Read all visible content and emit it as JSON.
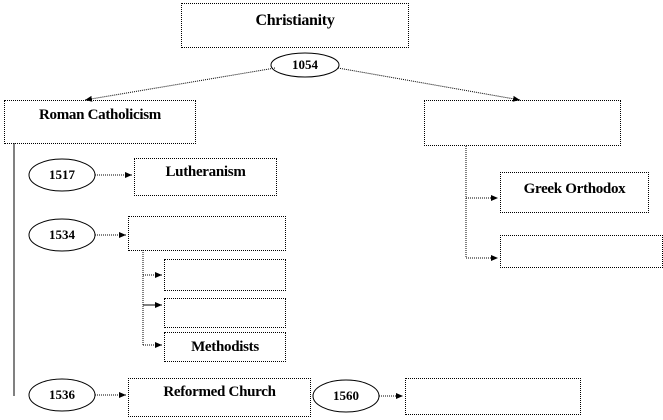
{
  "root": {
    "label": "Christianity"
  },
  "schism": {
    "year": "1054"
  },
  "left_branch": {
    "label": "Roman Catholicism",
    "events": [
      {
        "year": "1517",
        "label": "Lutheranism"
      },
      {
        "year": "1534",
        "label": "",
        "children": [
          "",
          "",
          "Methodists"
        ]
      },
      {
        "year": "1536",
        "label": "Reformed Church",
        "next": {
          "year": "1560",
          "label": ""
        }
      }
    ]
  },
  "right_branch": {
    "label": "",
    "children": [
      "Greek Orthodox",
      ""
    ]
  }
}
